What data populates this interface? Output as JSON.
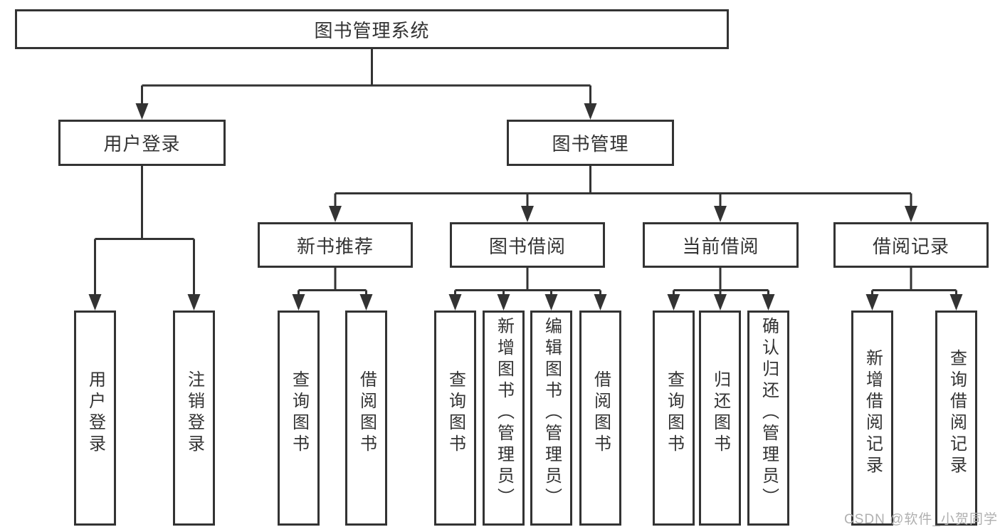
{
  "nodes": {
    "root": "图书管理系统",
    "user_login": "用户登录",
    "book_management": "图书管理",
    "new_book_recommend": "新书推荐",
    "book_borrow": "图书借阅",
    "current_borrow": "当前借阅",
    "borrow_records": "借阅记录"
  },
  "leaves": {
    "user_login": [
      "用户登录",
      "注销登录"
    ],
    "new_book_recommend": [
      "查询图书",
      "借阅图书"
    ],
    "book_borrow": [
      "查询图书",
      "新增图书（管理员）",
      "编辑图书（管理员）",
      "借阅图书"
    ],
    "current_borrow": [
      "查询图书",
      "归还图书",
      "确认归还（管理员）"
    ],
    "borrow_records": [
      "新增借阅记录",
      "查询借阅记录"
    ]
  },
  "watermark": "CSDN @软件_小贺同学",
  "colors": {
    "line": "#333333",
    "box_border": "#333333",
    "text": "#333333",
    "watermark": "#b0b0b0",
    "background": "#ffffff"
  }
}
